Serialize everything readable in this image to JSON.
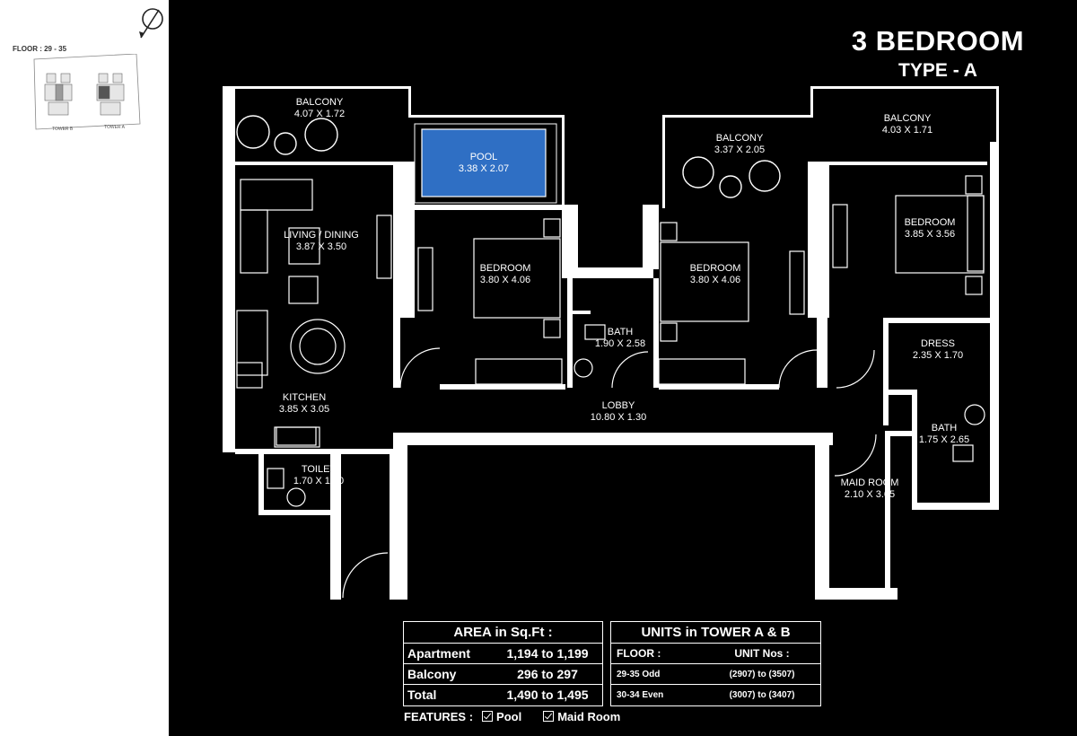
{
  "header": {
    "title": "3 BEDROOM",
    "subtitle": "TYPE - A"
  },
  "keyplan": {
    "floor": "FLOOR : 29 - 35",
    "tower_b": "TOWER B",
    "tower_a": "TOWER A"
  },
  "rooms": {
    "balcony_left": {
      "name": "BALCONY",
      "size": "4.07 X 1.72"
    },
    "pool": {
      "name": "POOL",
      "size": "3.38 X 2.07"
    },
    "balcony_mid": {
      "name": "BALCONY",
      "size": "3.37 X 2.05"
    },
    "balcony_right": {
      "name": "BALCONY",
      "size": "4.03 X 1.71"
    },
    "living": {
      "name": "LIVING / DINING",
      "size": "3.87 X 3.50"
    },
    "bedroom_1": {
      "name": "BEDROOM",
      "size": "3.80 X 4.06"
    },
    "bedroom_2": {
      "name": "BEDROOM",
      "size": "3.80 X 4.06"
    },
    "bedroom_3": {
      "name": "BEDROOM",
      "size": "3.85 X 3.56"
    },
    "bath_1": {
      "name": "BATH",
      "size": "1.90 X 2.58"
    },
    "kitchen": {
      "name": "KITCHEN",
      "size": "3.85 X 3.05"
    },
    "lobby": {
      "name": "LOBBY",
      "size": "10.80 X 1.30"
    },
    "dress": {
      "name": "DRESS",
      "size": "2.35 X 1.70"
    },
    "bath_2": {
      "name": "BATH",
      "size": "1.75 X 2.65"
    },
    "toilet": {
      "name": "TOILET",
      "size": "1.70 X 1.20"
    },
    "maid_room": {
      "name": "MAID ROOM",
      "size": "2.10 X 3.65"
    }
  },
  "area_table": {
    "heading": "AREA in Sq.Ft :",
    "rows": [
      {
        "label": "Apartment",
        "value": "1,194 to 1,199"
      },
      {
        "label": "Balcony",
        "value": "296 to 297"
      },
      {
        "label": "Total",
        "value": "1,490 to 1,495"
      }
    ]
  },
  "units_table": {
    "heading": "UNITS in TOWER A & B",
    "col_floor": "FLOOR :",
    "col_units": "UNIT Nos :",
    "rows": [
      {
        "floor": "29-35 Odd",
        "units": "(2907) to (3507)"
      },
      {
        "floor": "30-34 Even",
        "units": "(3007) to (3407)"
      }
    ]
  },
  "features": {
    "label": "FEATURES :",
    "items": [
      "Pool",
      "Maid Room"
    ]
  },
  "colors": {
    "background": "#000000",
    "walls": "#ffffff",
    "pool": "#2f6fc4",
    "panel": "#ffffff"
  }
}
